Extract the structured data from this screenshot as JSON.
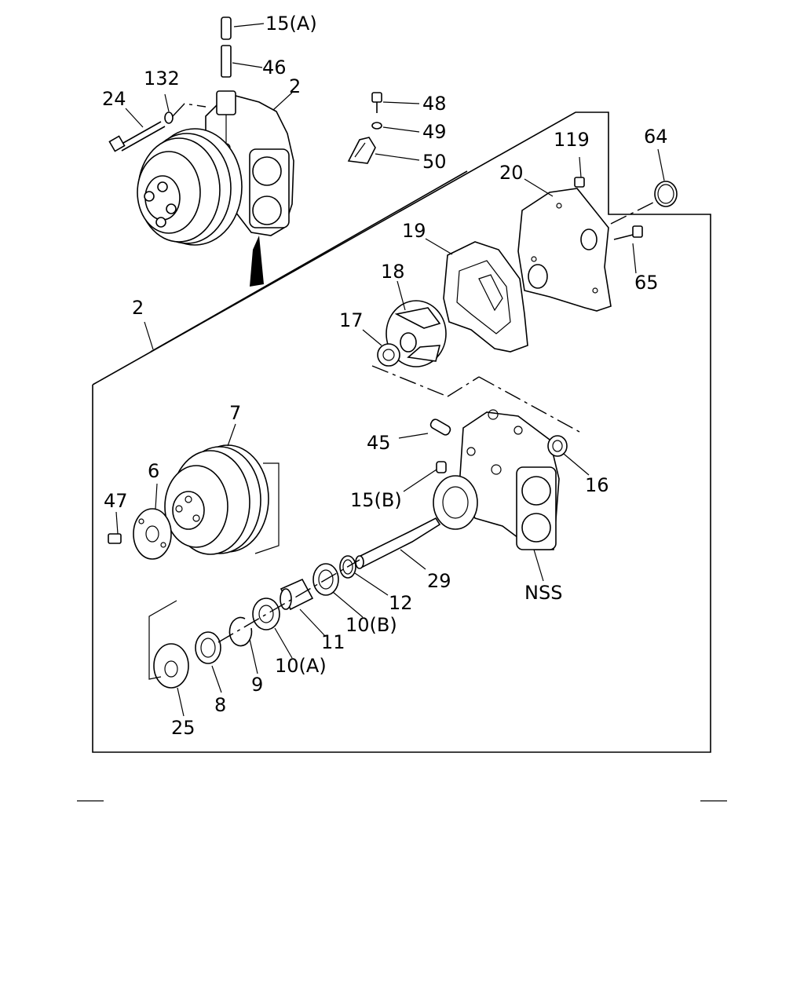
{
  "labels": {
    "l15a": "15(A)",
    "l46": "46",
    "l132": "132",
    "l24": "24",
    "l2top": "2",
    "l48": "48",
    "l49": "49",
    "l50": "50",
    "l119": "119",
    "l64": "64",
    "l20": "20",
    "l19": "19",
    "l65": "65",
    "l18": "18",
    "l17": "17",
    "l2left": "2",
    "l7": "7",
    "l45": "45",
    "l6": "6",
    "l47": "47",
    "l15b": "15(B)",
    "l16": "16",
    "l29": "29",
    "lnss": "NSS",
    "l12": "12",
    "l10b": "10(B)",
    "l11": "11",
    "l10a": "10(A)",
    "l9": "9",
    "l8": "8",
    "l25": "25"
  }
}
